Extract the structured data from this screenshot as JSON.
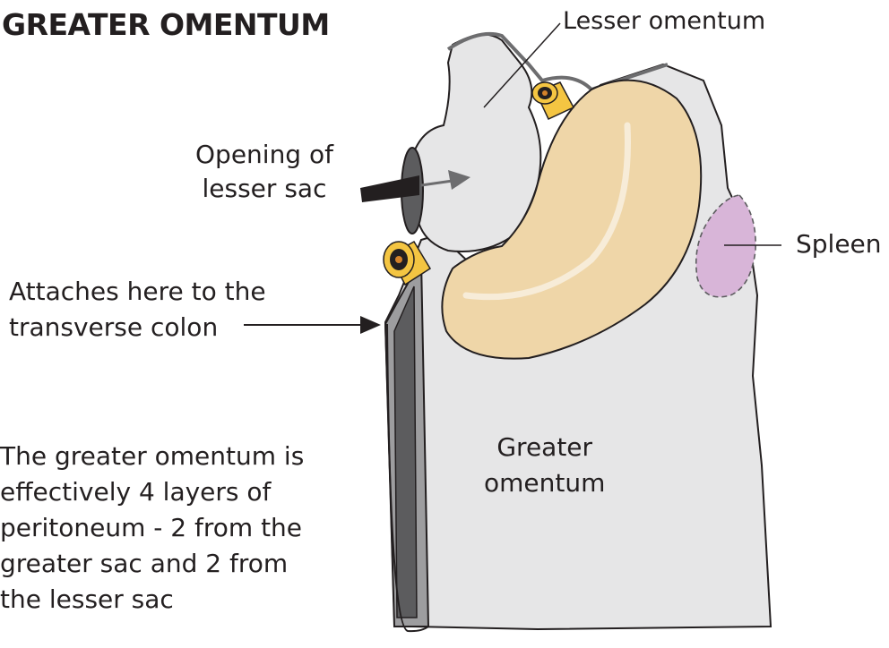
{
  "title": "GREATER OMENTUM",
  "labels": {
    "lesser_omentum": "Lesser omentum",
    "opening": [
      "Opening of",
      "lesser sac"
    ],
    "spleen": "Spleen",
    "attaches": [
      "Attaches here to the",
      "transverse colon"
    ],
    "greater_omentum": [
      "Greater",
      "omentum"
    ]
  },
  "description": [
    "The greater omentum is",
    "effectively 4 layers of",
    "peritoneum - 2 from the",
    "greater sac and 2 from",
    "the lesser sac"
  ],
  "colors": {
    "peritoneum": "#e6e6e7",
    "outline": "#231f20",
    "stomach": "#efd6a8",
    "spleen": "#d8b5d8",
    "vessel": "#f4c542",
    "layer_dark": "#5c5c5e",
    "layer_mid": "#9d9d9f"
  }
}
